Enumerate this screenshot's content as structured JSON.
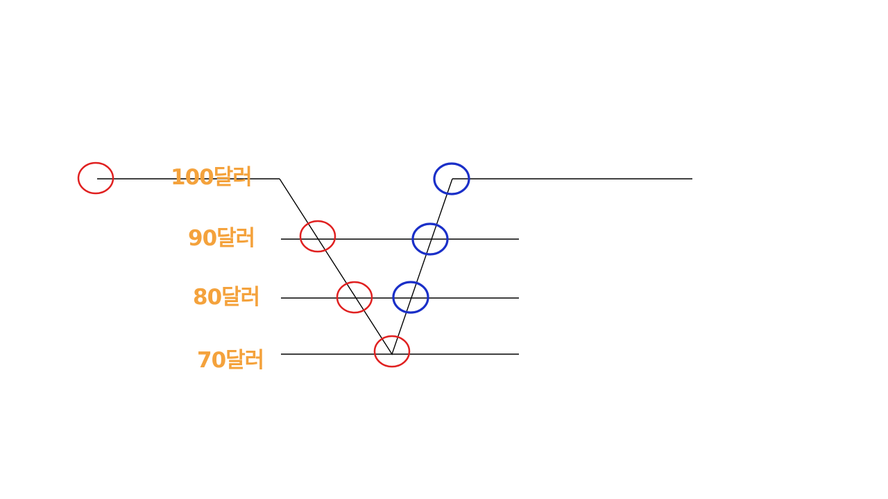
{
  "diagram": {
    "type": "price-level-v-diagram",
    "colors": {
      "label": "#f4a23c",
      "line": "#000000",
      "sell_marker": "#e02020",
      "buy_marker": "#1a2fc8"
    },
    "levels": [
      {
        "label": "100달러",
        "price": 100
      },
      {
        "label": "90달러",
        "price": 90
      },
      {
        "label": "80달러",
        "price": 80
      },
      {
        "label": "70달러",
        "price": 70
      }
    ],
    "markers": {
      "red": [
        "start-100",
        "down-90",
        "down-80",
        "bottom-70"
      ],
      "blue": [
        "up-80",
        "up-90",
        "top-100"
      ]
    }
  }
}
